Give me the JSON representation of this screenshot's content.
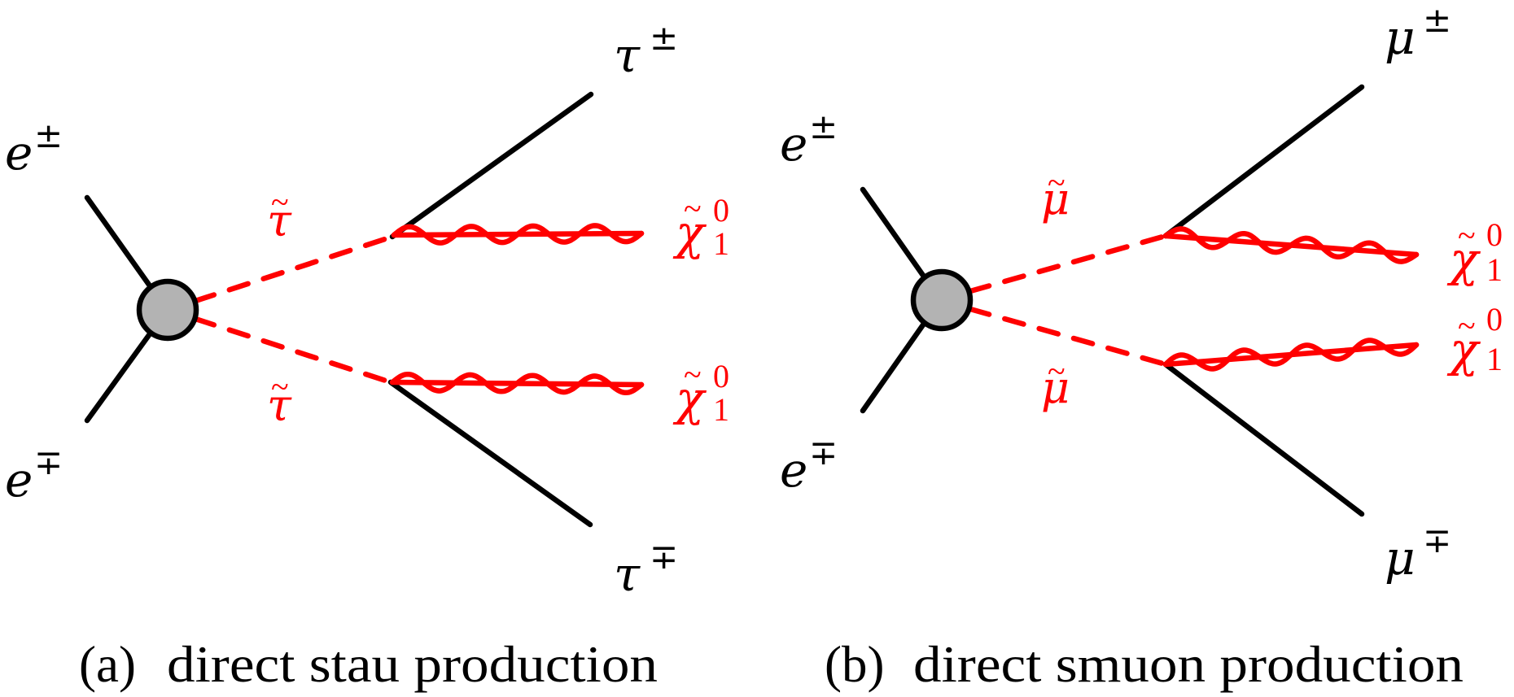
{
  "figure": {
    "panels": [
      {
        "id": "a",
        "caption_label": "(a)",
        "caption_text": "direct stau production",
        "incoming": [
          {
            "base": "e",
            "charge": "±"
          },
          {
            "base": "e",
            "charge": "∓"
          }
        ],
        "intermediate": [
          {
            "base": "τ",
            "accent": "~"
          },
          {
            "base": "τ",
            "accent": "~"
          }
        ],
        "leptons": [
          {
            "base": "τ",
            "charge": "±"
          },
          {
            "base": "τ",
            "charge": "∓"
          }
        ],
        "neutralinos": [
          {
            "base": "χ",
            "accent": "~",
            "sup": "0",
            "sub": "1"
          },
          {
            "base": "χ",
            "accent": "~",
            "sup": "0",
            "sub": "1"
          }
        ]
      },
      {
        "id": "b",
        "caption_label": "(b)",
        "caption_text": "direct smuon production",
        "incoming": [
          {
            "base": "e",
            "charge": "±"
          },
          {
            "base": "e",
            "charge": "∓"
          }
        ],
        "intermediate": [
          {
            "base": "μ",
            "accent": "~"
          },
          {
            "base": "μ",
            "accent": "~"
          }
        ],
        "leptons": [
          {
            "base": "μ",
            "charge": "±"
          },
          {
            "base": "μ",
            "charge": "∓"
          }
        ],
        "neutralinos": [
          {
            "base": "χ",
            "accent": "~",
            "sup": "0",
            "sub": "1"
          },
          {
            "base": "χ",
            "accent": "~",
            "sup": "0",
            "sub": "1"
          }
        ]
      }
    ],
    "colors": {
      "sparticle": "#ff0000",
      "standard_model": "#000000",
      "blob_fill": "#b3b3b3"
    }
  }
}
